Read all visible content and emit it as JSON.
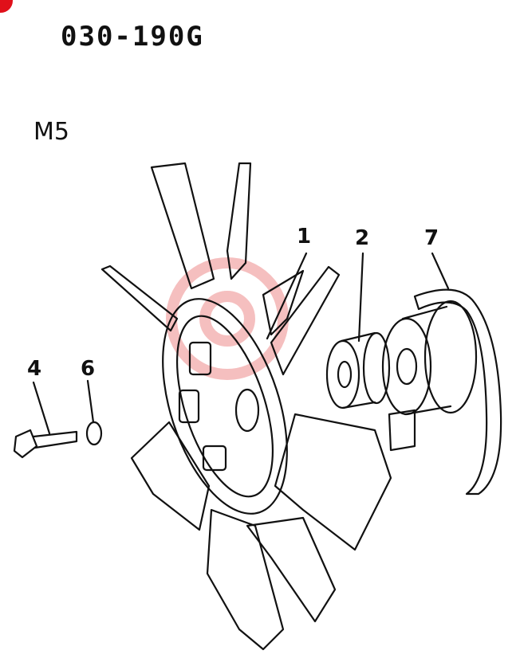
{
  "header": {
    "part_code": "030-190G",
    "variant": "M5"
  },
  "callouts": [
    {
      "id": "1",
      "label": "1"
    },
    {
      "id": "2",
      "label": "2"
    },
    {
      "id": "7",
      "label": "7"
    },
    {
      "id": "4",
      "label": "4"
    },
    {
      "id": "6",
      "label": "6"
    }
  ],
  "colors": {
    "line": "#111111",
    "accent": "#e0101a",
    "watermark": "#f3b0b0"
  }
}
